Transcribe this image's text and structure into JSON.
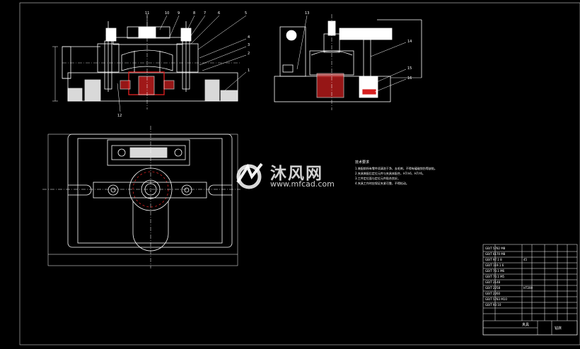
{
  "drawing": {
    "background": "#000000",
    "line_color": "#ffffff",
    "section_color": "#d62020",
    "marker_color": "#ff2a2a"
  },
  "callouts_front": [
    "11",
    "10",
    "9",
    "8",
    "7",
    "6",
    "5",
    "4",
    "3",
    "2",
    "1",
    "12"
  ],
  "callouts_side": [
    "13",
    "14",
    "15",
    "16"
  ],
  "notes": {
    "title": "技术要求",
    "lines": [
      "1.装配前所有零件须清洗干净，去毛刺，不得有磕碰划伤等缺陷。",
      "2.夹具装配后定位元件与夹具体配合，H7/n6、H7/r6。",
      "3.工件定位面与定位元件贴合良好。",
      "4.夹具工作时应保证夹紧可靠，不得松动。"
    ]
  },
  "watermark": {
    "brand": "沐风网",
    "url": "www.mfcad.com"
  },
  "title_block": {
    "fixture_name": "夹具",
    "label": "钻床",
    "rows": [
      "GB/T 5782 M8",
      "GB/T 6170 M8",
      "GB/T 97.1 8",
      "GB/T 119.1 6",
      "GB/T 70.1 M6",
      "GB/T 70.1 M5",
      "GB/T 2148",
      "GB/T 2258",
      "GB/T 2260",
      "GB/T 5783 M10",
      "GB/T 93 10"
    ],
    "material": "45",
    "material2": "HT200"
  }
}
